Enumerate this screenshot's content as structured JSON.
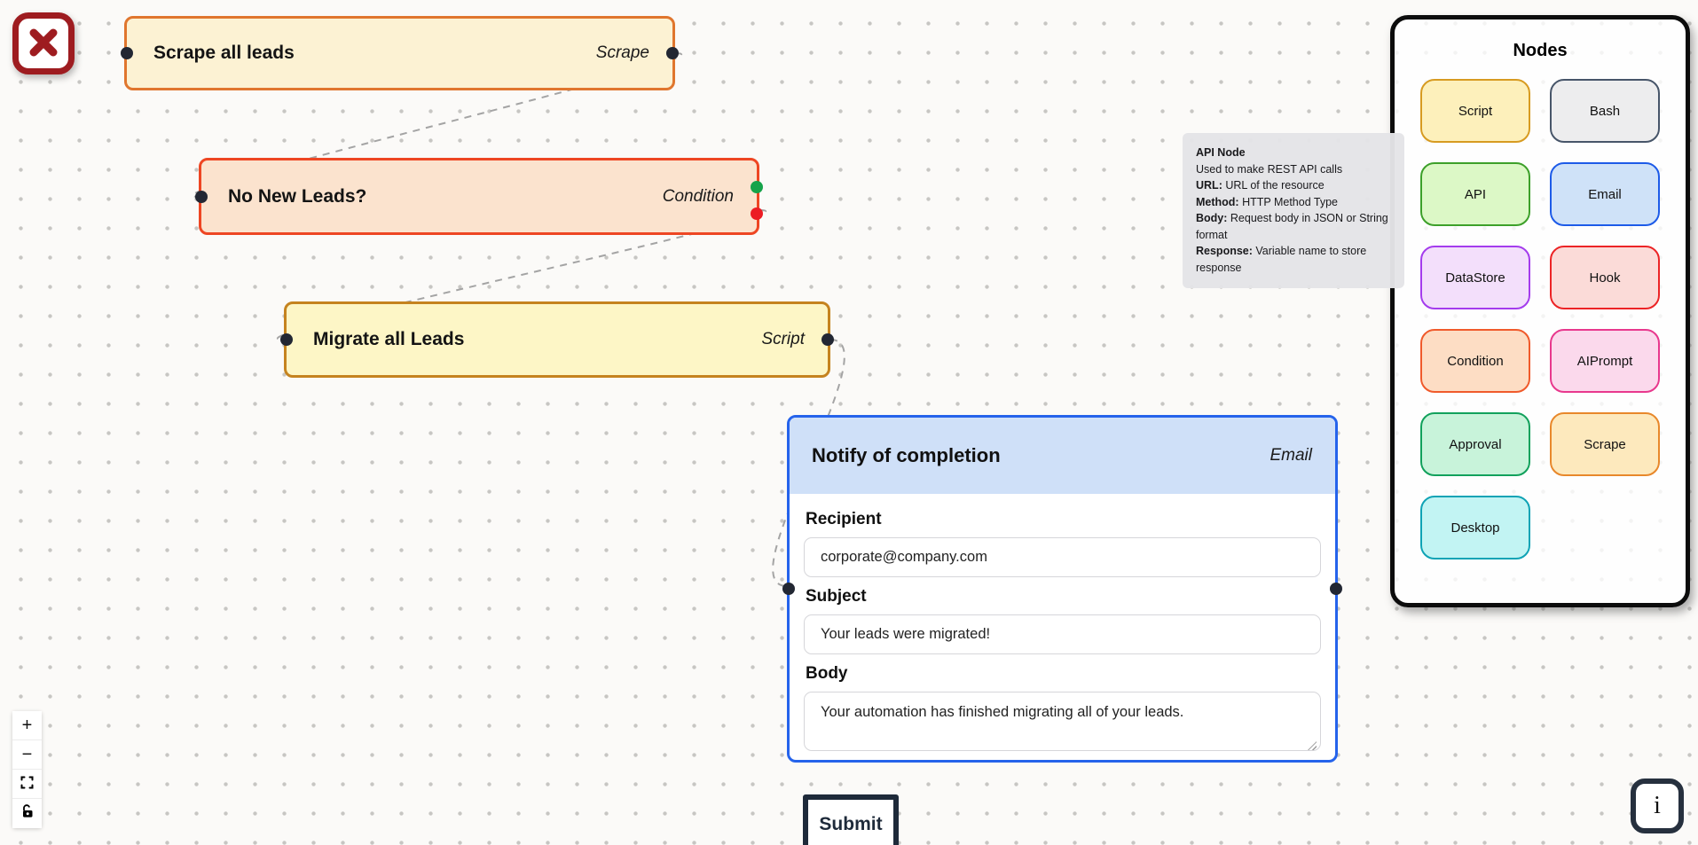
{
  "colors": {
    "canvas_bg": "#fbfaf8",
    "edge": "#a4a4a4",
    "port": "#222733",
    "port_true": "#16a34a",
    "port_false": "#ec1c24",
    "close_red": "#9e1c20",
    "dark_navy": "#1e2a3a",
    "email_blue": "#2563eb"
  },
  "canvas": {
    "nodes": [
      {
        "title": "Scrape all leads",
        "type_label": "Scrape",
        "fill": "#fcf2d3",
        "border": "#e0762e"
      },
      {
        "title": "No New Leads?",
        "type_label": "Condition",
        "fill": "#fbe3ce",
        "border": "#ee4623"
      },
      {
        "title": "Migrate all Leads",
        "type_label": "Script",
        "fill": "#fdf6c6",
        "border": "#c5831f"
      },
      {
        "title": "Notify of completion",
        "type_label": "Email",
        "fill": "#cfe0f8",
        "border": "#2563eb"
      }
    ],
    "email_form": {
      "recipient_label": "Recipient",
      "recipient_value": "corporate@company.com",
      "subject_label": "Subject",
      "subject_value": "Your leads were migrated!",
      "body_label": "Body",
      "body_value": "Your automation has finished migrating all of your leads."
    },
    "submit_label": "Submit"
  },
  "palette": {
    "title": "Nodes",
    "items": [
      {
        "label": "Script",
        "fill": "#fdf0bb",
        "border": "#d79b21"
      },
      {
        "label": "Bash",
        "fill": "#ededee",
        "border": "#475569"
      },
      {
        "label": "API",
        "fill": "#dcf8c6",
        "border": "#3da02a"
      },
      {
        "label": "Email",
        "fill": "#cfe2f8",
        "border": "#1d5be8"
      },
      {
        "label": "DataStore",
        "fill": "#f3dffb",
        "border": "#a43ced"
      },
      {
        "label": "Hook",
        "fill": "#fbdbd8",
        "border": "#ec2426"
      },
      {
        "label": "Condition",
        "fill": "#fdddc4",
        "border": "#f05a2b"
      },
      {
        "label": "AIPrompt",
        "fill": "#fbd9ec",
        "border": "#e8388d"
      },
      {
        "label": "Approval",
        "fill": "#c8f3da",
        "border": "#12a15c"
      },
      {
        "label": "Scrape",
        "fill": "#fde9bd",
        "border": "#e8882b"
      },
      {
        "label": "Desktop",
        "fill": "#c2f4f3",
        "border": "#0fa3b5"
      }
    ]
  },
  "tooltip": {
    "title": "API Node",
    "lines": [
      {
        "bold": "",
        "text": "Used to make REST API calls"
      },
      {
        "bold": "URL:",
        "text": " URL of the resource"
      },
      {
        "bold": "Method:",
        "text": " HTTP Method Type"
      },
      {
        "bold": "Body:",
        "text": " Request body in JSON or String format"
      },
      {
        "bold": "Response:",
        "text": " Variable name to store response"
      }
    ]
  },
  "controls": {
    "zoom_in_glyph": "+",
    "zoom_out_glyph": "−"
  },
  "info_button": {
    "label": "i"
  }
}
